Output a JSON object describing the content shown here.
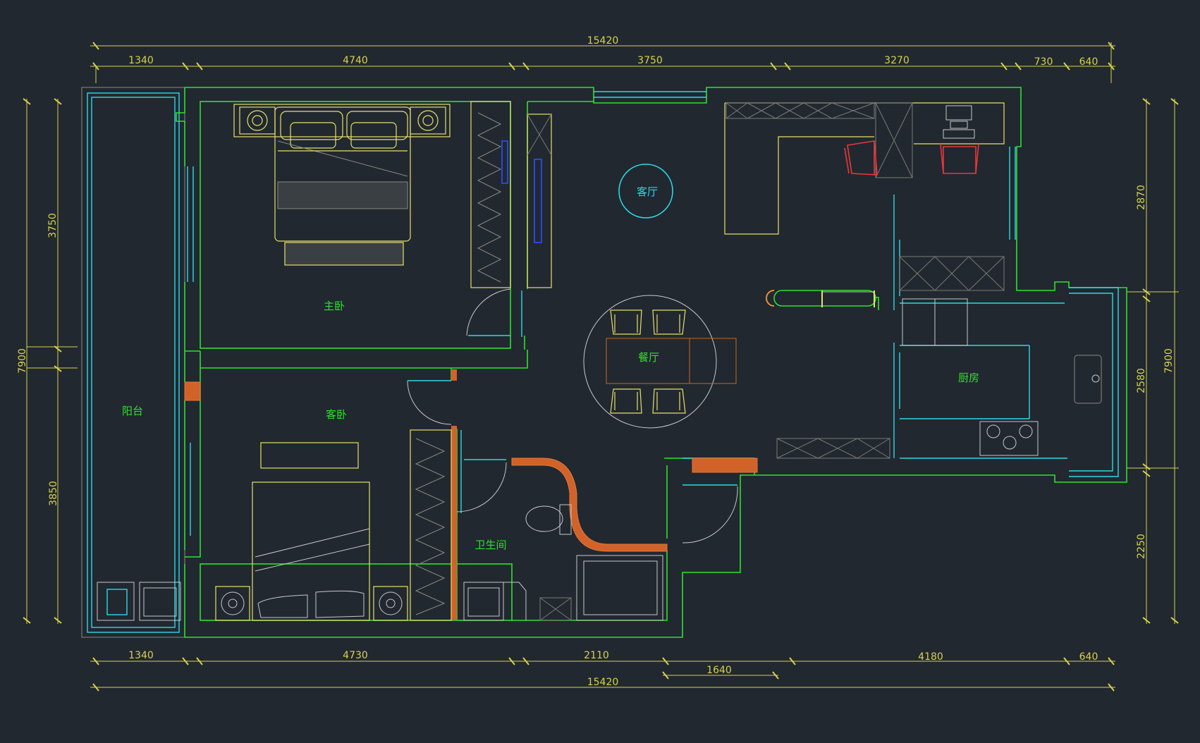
{
  "colors": {
    "background": "#212830",
    "dimension": "#d8d24a",
    "wall": "#2fe02f",
    "glass": "#2ed8e6",
    "room_label": "#2fe02f",
    "chair": "#e8383a",
    "brick": "#d0622a"
  },
  "dimensions": {
    "top_total": "15420",
    "top_segments": [
      "1340",
      "4740",
      "3750",
      "3270",
      "730",
      "640"
    ],
    "bottom_segments": [
      "1340",
      "4730",
      "2110",
      "4180",
      "640"
    ],
    "bottom_extra": "1640",
    "bottom_total": "15420",
    "left_total": "7900",
    "left_segments": [
      "3750",
      "3850"
    ],
    "right_total": "7900",
    "right_segments": [
      "2870",
      "2580",
      "2250"
    ]
  },
  "rooms": {
    "master_bedroom": "主卧",
    "living_room": "客厅",
    "dining_room": "餐厅",
    "kitchen": "厨房",
    "balcony": "阳台",
    "guest_bedroom": "客卧",
    "bathroom": "卫生间"
  }
}
